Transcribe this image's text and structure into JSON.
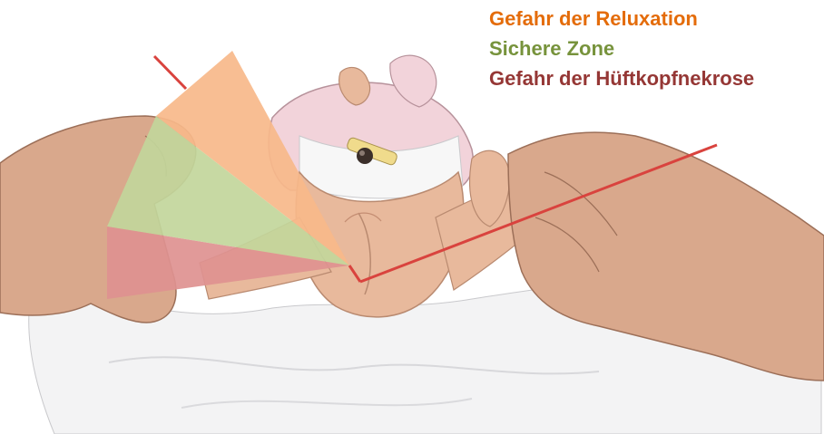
{
  "legend": {
    "items": [
      {
        "label": "Gefahr der Reluxation",
        "color": "#E46C0A",
        "zone_fill": "#F7B98A"
      },
      {
        "label": "Sichere Zone",
        "color": "#77933C",
        "zone_fill": "#C2D69B"
      },
      {
        "label": "Gefahr der Hüftkopfnekrose",
        "color": "#953735",
        "zone_fill": "#DE9190"
      }
    ]
  },
  "colors": {
    "reference_line": "#D9433E",
    "skin": "#E8B99C",
    "skin_shadow": "#C98F74",
    "diaper": "#F4F4F5",
    "clothing": "#F2D3DA"
  },
  "icons": [
    "infant-illustration",
    "adult-hand-left",
    "adult-hand-right",
    "umbilical-clamp"
  ]
}
